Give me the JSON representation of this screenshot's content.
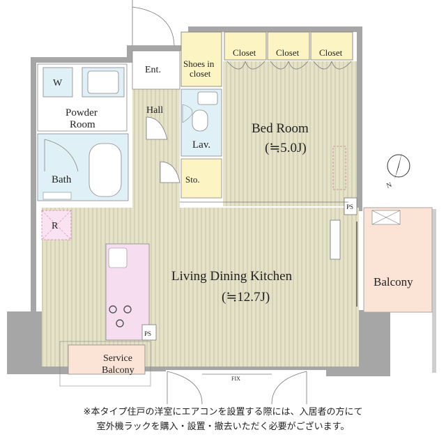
{
  "rooms": {
    "entrance": "Ent.",
    "shoes_closet_line1": "Shoes in",
    "shoes_closet_line2": "closet",
    "closet_1": "Closet",
    "closet_2": "Closet",
    "closet_3": "Closet",
    "washer": "W",
    "powder_room_line1": "Powder",
    "powder_room_line2": "Room",
    "hall": "Hall",
    "lavatory": "Lav.",
    "bed_room": "Bed Room",
    "bed_room_size": "(≒5.0J)",
    "bath": "Bath",
    "storage": "Sto.",
    "refrigerator": "R",
    "pipe_space_1": "PS",
    "pipe_space_2": "PS",
    "ldk": "Living Dining Kitchen",
    "ldk_size": "(≒12.7J)",
    "balcony": "Balcony",
    "service_balcony_line1": "Service",
    "service_balcony_line2": "Balcony",
    "fix_window": "FIX",
    "compass_north": "N"
  },
  "colors": {
    "floor": "#e4e2c8",
    "stripe": "#d5d2b3",
    "wet_area": "#dff1f6",
    "kitchen": "#f6def0",
    "balcony": "#fbe4d6",
    "storage": "#fdf4c4",
    "wall": "#a6a6a6",
    "pink_marker": "#f2c3df"
  },
  "footnote": {
    "line1": "※本タイプ住戸の洋室にエアコンを設置する際には、入居者の方にて",
    "line2": "室外機ラックを購入・設置・撤去いただく必要がございます。"
  }
}
